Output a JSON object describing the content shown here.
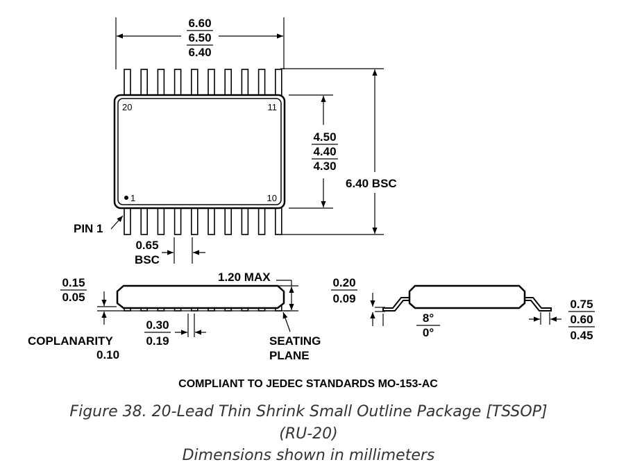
{
  "top_view": {
    "width_dims": {
      "max": "6.60",
      "nom": "6.50",
      "min": "6.40"
    },
    "body_dims": {
      "max": "4.50",
      "nom": "4.40",
      "min": "4.30"
    },
    "span_dim": "6.40 BSC",
    "pin_labels": {
      "top_left": "20",
      "top_right": "11",
      "bottom_left": "1",
      "bottom_right": "10"
    },
    "pin1_label": "PIN 1",
    "pitch": {
      "value": "0.65",
      "suffix": "BSC"
    }
  },
  "side_view": {
    "standoff": {
      "max": "0.15",
      "min": "0.05"
    },
    "height_max": "1.20 MAX",
    "lead_width": {
      "max": "0.30",
      "min": "0.19"
    },
    "coplanarity": {
      "label": "COPLANARITY",
      "value": "0.10"
    },
    "seating_plane": {
      "line1": "SEATING",
      "line2": "PLANE"
    }
  },
  "end_view": {
    "lead_thickness": {
      "max": "0.20",
      "min": "0.09"
    },
    "angle": {
      "max": "8°",
      "min": "0°"
    },
    "foot_length": {
      "max": "0.75",
      "nom": "0.60",
      "min": "0.45"
    }
  },
  "compliance_note": "COMPLIANT TO JEDEC STANDARDS MO-153-AC",
  "caption": {
    "line1": "Figure 38. 20-Lead Thin Shrink Small Outline Package [TSSOP]",
    "line2": "(RU-20)",
    "line3": "Dimensions shown in millimeters"
  }
}
